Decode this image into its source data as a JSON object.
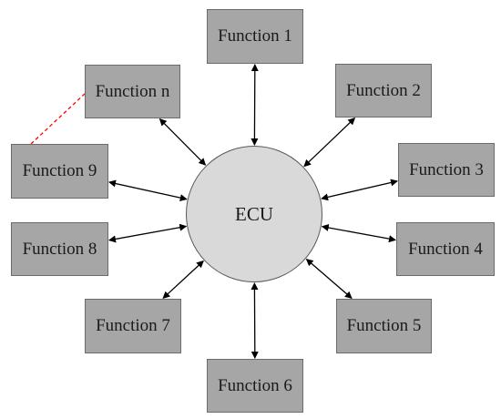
{
  "center": {
    "label": "ECU"
  },
  "functions": [
    {
      "id": "f1",
      "label": "Function 1"
    },
    {
      "id": "f2",
      "label": "Function 2"
    },
    {
      "id": "f3",
      "label": "Function 3"
    },
    {
      "id": "f4",
      "label": "Function 4"
    },
    {
      "id": "f5",
      "label": "Function 5"
    },
    {
      "id": "f6",
      "label": "Function 6"
    },
    {
      "id": "f7",
      "label": "Function 7"
    },
    {
      "id": "f8",
      "label": "Function 8"
    },
    {
      "id": "f9",
      "label": "Function 9"
    },
    {
      "id": "fn",
      "label": "Function n"
    }
  ],
  "edges": [
    "f1",
    "f2",
    "f3",
    "f4",
    "f5",
    "f6",
    "f7",
    "f8",
    "f9",
    "fn"
  ],
  "colors": {
    "box_fill": "#a6a6a6",
    "circle_fill": "#d9d9d9",
    "arrow": "#000000",
    "dashed_link": "#ff0000"
  }
}
